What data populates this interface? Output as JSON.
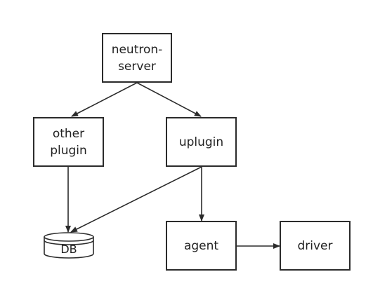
{
  "nodes": {
    "neutron_server": {
      "line1": "neutron-",
      "line2": "server"
    },
    "other_plugin": {
      "line1": "other",
      "line2": "plugin"
    },
    "uplugin": {
      "label": "uplugin"
    },
    "agent": {
      "label": "agent"
    },
    "driver": {
      "label": "driver"
    },
    "db": {
      "label": "DB"
    }
  },
  "colors": {
    "stroke": "#2b2b2b",
    "text": "#222222",
    "background": "#ffffff"
  }
}
